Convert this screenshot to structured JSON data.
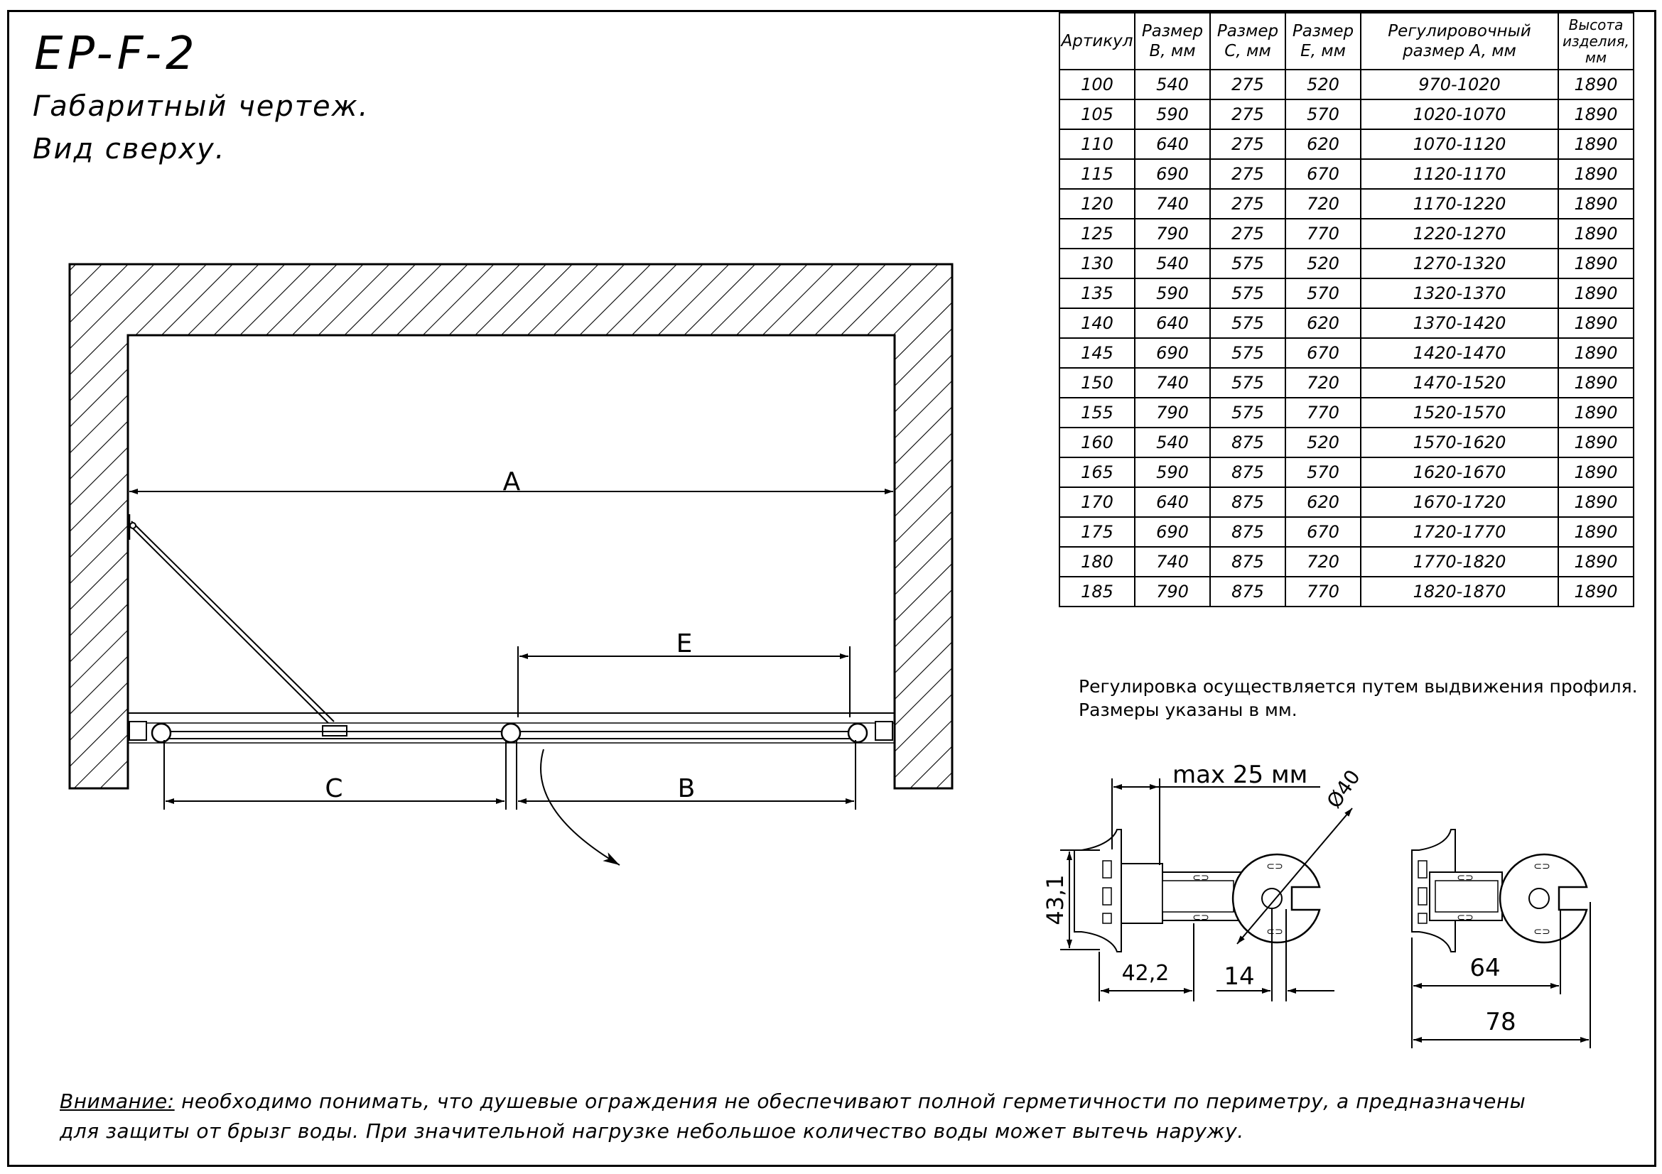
{
  "title": "EP-F-2",
  "subtitle_line1": "Габаритный чертеж.",
  "subtitle_line2": "Вид сверху.",
  "table": {
    "headers": [
      "Артикул",
      "Размер B, мм",
      "Размер C, мм",
      "Размер E, мм",
      "Регулировочный размер A, мм",
      "Высота изделия, мм"
    ],
    "rows": [
      [
        "100",
        "540",
        "275",
        "520",
        "970-1020",
        "1890"
      ],
      [
        "105",
        "590",
        "275",
        "570",
        "1020-1070",
        "1890"
      ],
      [
        "110",
        "640",
        "275",
        "620",
        "1070-1120",
        "1890"
      ],
      [
        "115",
        "690",
        "275",
        "670",
        "1120-1170",
        "1890"
      ],
      [
        "120",
        "740",
        "275",
        "720",
        "1170-1220",
        "1890"
      ],
      [
        "125",
        "790",
        "275",
        "770",
        "1220-1270",
        "1890"
      ],
      [
        "130",
        "540",
        "575",
        "520",
        "1270-1320",
        "1890"
      ],
      [
        "135",
        "590",
        "575",
        "570",
        "1320-1370",
        "1890"
      ],
      [
        "140",
        "640",
        "575",
        "620",
        "1370-1420",
        "1890"
      ],
      [
        "145",
        "690",
        "575",
        "670",
        "1420-1470",
        "1890"
      ],
      [
        "150",
        "740",
        "575",
        "720",
        "1470-1520",
        "1890"
      ],
      [
        "155",
        "790",
        "575",
        "770",
        "1520-1570",
        "1890"
      ],
      [
        "160",
        "540",
        "875",
        "520",
        "1570-1620",
        "1890"
      ],
      [
        "165",
        "590",
        "875",
        "570",
        "1620-1670",
        "1890"
      ],
      [
        "170",
        "640",
        "875",
        "620",
        "1670-1720",
        "1890"
      ],
      [
        "175",
        "690",
        "875",
        "670",
        "1720-1770",
        "1890"
      ],
      [
        "180",
        "740",
        "875",
        "720",
        "1770-1820",
        "1890"
      ],
      [
        "185",
        "790",
        "875",
        "770",
        "1820-1870",
        "1890"
      ]
    ]
  },
  "notes": {
    "line1": "Регулировка осуществляется путем выдвижения профиля.",
    "line2": "Размеры указаны в мм."
  },
  "plan_labels": {
    "a": "A",
    "b": "B",
    "c": "C",
    "e": "E"
  },
  "detail_labels": {
    "max_extension": "max 25 мм",
    "diameter": "Ø40",
    "height": "43,1",
    "width_profile": "42,2",
    "gap": "14",
    "dim_64": "64",
    "dim_78": "78"
  },
  "warning": {
    "label": "Внимание:",
    "text1": " необходимо понимать, что душевые ограждения не обеспечивают полной герметичности по периметру, а предназначены",
    "text2": "для защиты от брызг воды. При значительной нагрузке небольшое количество воды может вытечь наружу."
  }
}
